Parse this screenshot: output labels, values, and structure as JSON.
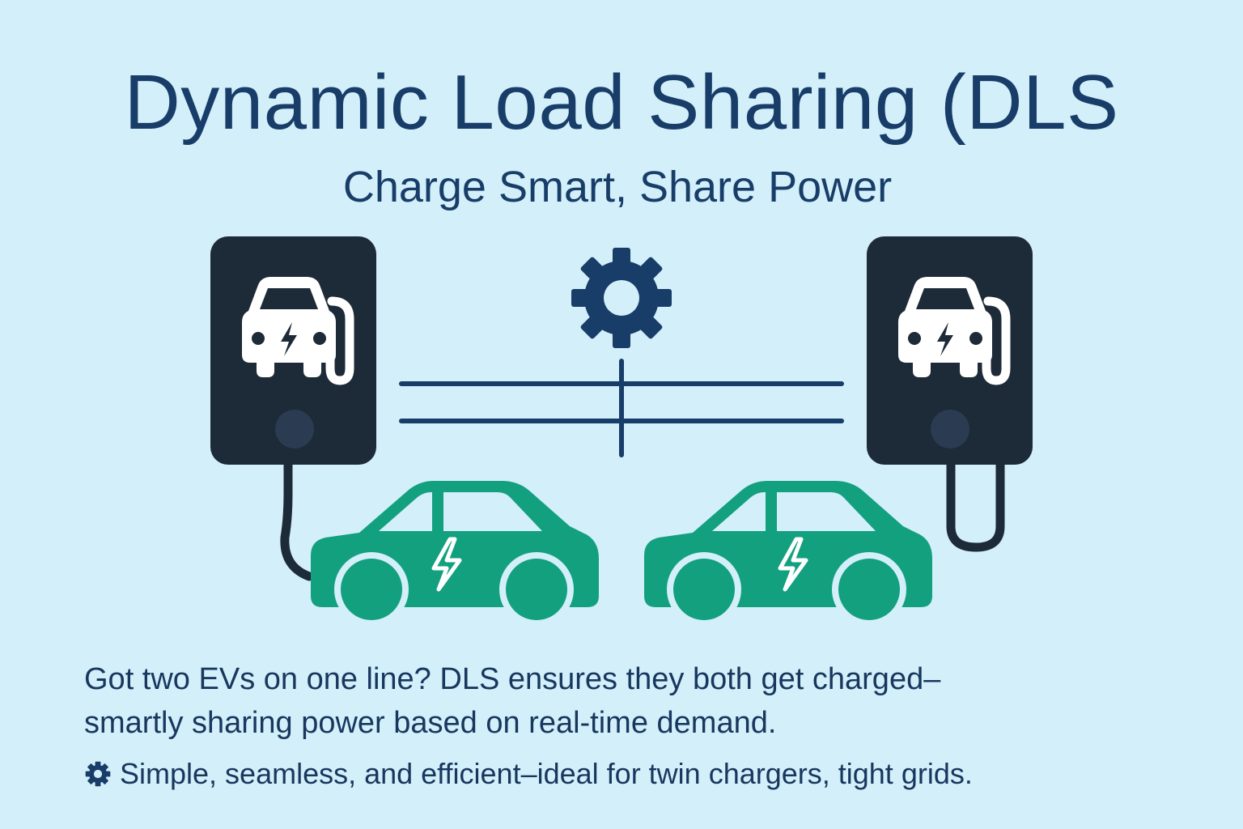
{
  "title": "Dynamic Load Sharing (DLS",
  "subtitle": "Charge Smart, Share Power",
  "description": {
    "line1": "Got two EVs on one line? DLS ensures they both get charged–",
    "line2": "smartly sharing power based on real-time demand."
  },
  "note": {
    "icon": "gear-icon",
    "text": "Simple, seamless, and efficient–ideal for twin chargers, tight grids."
  },
  "colors": {
    "background": "#d3effa",
    "text": "#183d68",
    "charger": "#1d2a37",
    "car": "#13a07f",
    "gear": "#183d68"
  },
  "icons": [
    "ev-charger-icon",
    "gear-icon",
    "electric-car-icon",
    "lightning-bolt-icon"
  ]
}
